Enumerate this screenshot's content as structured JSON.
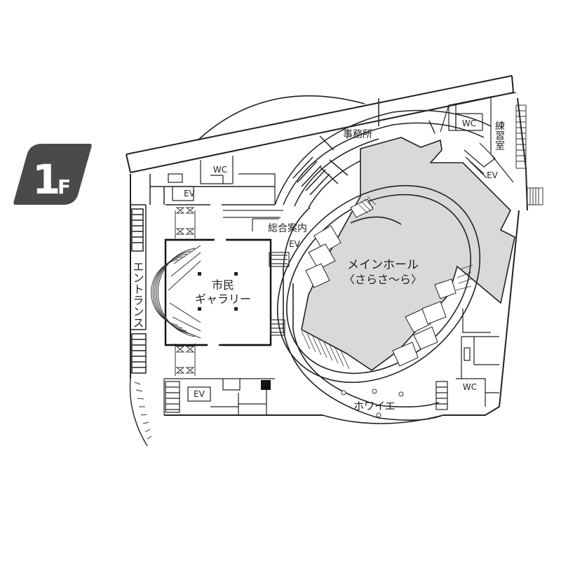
{
  "floor": {
    "number": "1",
    "suffix": "F"
  },
  "rooms": {
    "main_hall": "メインホール",
    "main_hall_nickname": "〈さらさ〜ら〉",
    "gallery_line1": "市民",
    "gallery_line2": "ギャラリー",
    "office": "事務所",
    "practice_room": "練習室",
    "info_desk": "総合案内",
    "foyer": "ホワイエ",
    "entrance": "エントランス"
  },
  "facilities": {
    "wc": "WC",
    "ev": "EV"
  },
  "colors": {
    "badge": "#4a4a4a",
    "hall_fill": "#d9d9d9",
    "wall": "#222222",
    "background": "#ffffff"
  }
}
